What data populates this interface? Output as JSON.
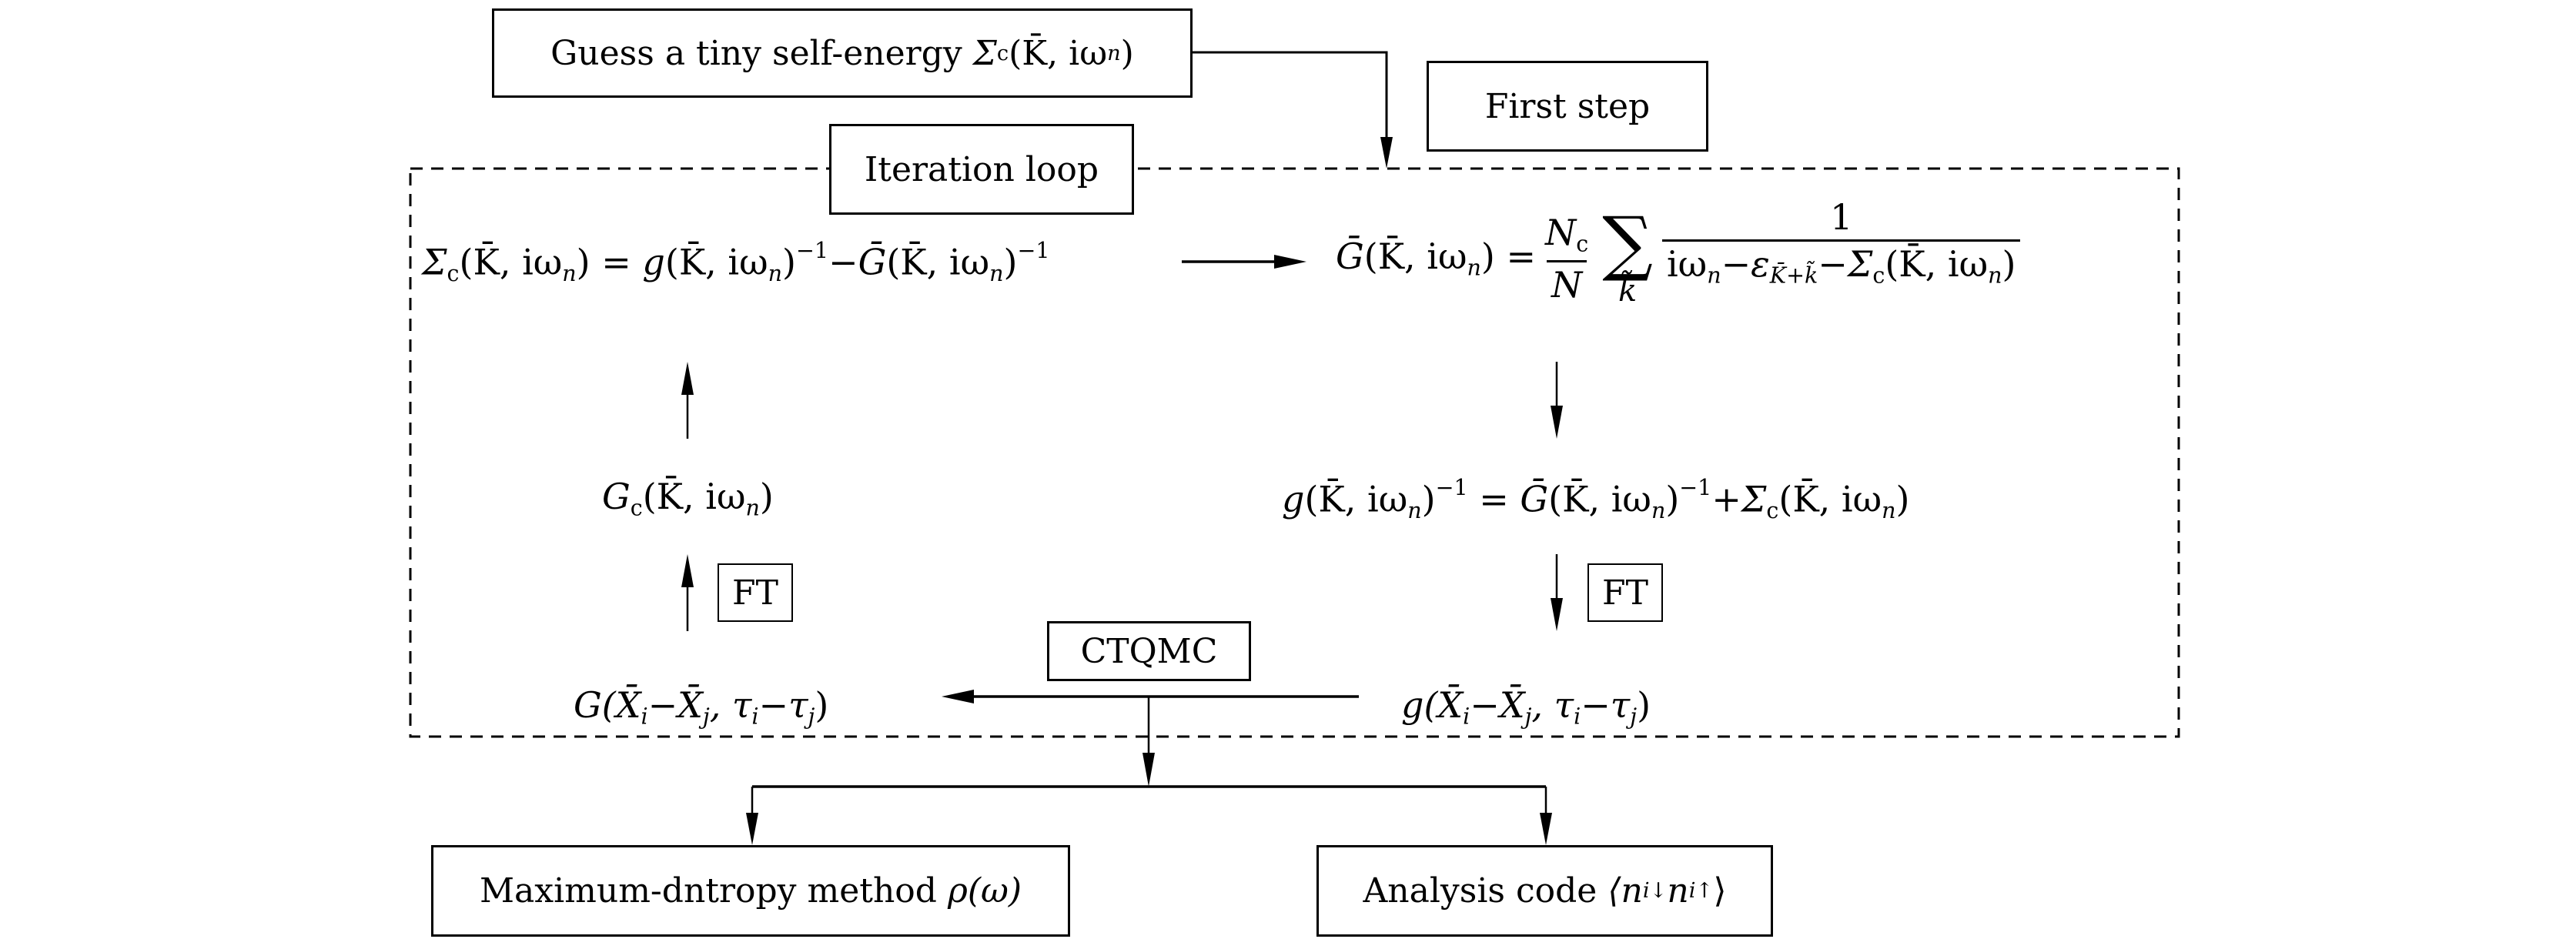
{
  "boxes": {
    "guess": {
      "text": "Guess a tiny self-energy ",
      "math": "Σ",
      "math_sub": "c",
      "math_args": "(K̄, iω",
      "math_args_sub": "n",
      "math_close": ")"
    },
    "first_step": "First step",
    "iteration_loop": "Iteration loop",
    "ctqmc": "CTQMC",
    "ft_left": "FT",
    "ft_right": "FT",
    "max_entropy": {
      "text": "Maximum-dntropy method ",
      "math": "ρ(ω)"
    },
    "analysis": {
      "text": "Analysis code ",
      "math": "⟨n",
      "sub1": "i↓",
      "mid": "n",
      "sub2": "i↑",
      "close": "⟩"
    }
  },
  "equations": {
    "sigma_update": {
      "lhs": "Σ",
      "lhs_sub": "c",
      "lhs_args": "(K̄, iω",
      "n": "n",
      "close": ")",
      "eq": " = ",
      "g": "g",
      "g_args": "(K̄, iω",
      "inv": "−1",
      "minus": "−",
      "Gbar": "Ḡ",
      "Gbar_args": "(K̄, iω"
    },
    "coarse_grain": {
      "lhs": "Ḡ",
      "lhs_args": "(K̄, iω",
      "n": "n",
      "close": ")",
      "eq": " = ",
      "frac_num": "N",
      "frac_num_sub": "c",
      "frac_den": "N",
      "sum_symbol": "∑",
      "sum_index": "k̃",
      "num": "1",
      "den_a": "iω",
      "den_b": "−ε",
      "den_b_sub": "K̄+k̃",
      "den_c": "−Σ",
      "den_c_sub": "c",
      "den_c_args": "(K̄, iω"
    },
    "g_inverse": {
      "lhs": "g",
      "args": "(K̄, iω",
      "n": "n",
      "inv": "−1",
      "eq": " = ",
      "Gbar": "Ḡ",
      "plus": "+",
      "sigma": "Σ",
      "sigma_sub": "c"
    },
    "g_tau": {
      "f": "g",
      "open": "(X̄",
      "i": "i",
      "minus": "−X̄",
      "j": "j",
      "comma": ", τ",
      "close": ")"
    },
    "G_tau": {
      "f": "G",
      "open": "(X̄",
      "i": "i",
      "minus": "−X̄",
      "j": "j",
      "comma": ", τ",
      "close": ")"
    },
    "Gc": {
      "f": "G",
      "sub": "c",
      "args": "(K̄, iω",
      "n": "n",
      "close": ")"
    }
  }
}
